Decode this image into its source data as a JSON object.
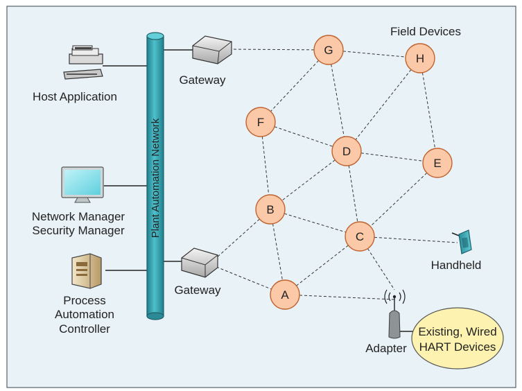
{
  "colors": {
    "panel_bg": "#e8f2f7",
    "panel_border": "#556066",
    "node_fill": "#fbc8a8",
    "node_stroke": "#c0622e",
    "pipe_fill": "#3aa8b4",
    "pipe_stroke": "#1d5f68",
    "adapter_bubble_fill": "#fdf2b0"
  },
  "labels": {
    "network": "Plant Automation Network",
    "field_devices": "Field Devices",
    "host_application": "Host Application",
    "network_manager": "Network Manager",
    "security_manager": "Security Manager",
    "controller_line1": "Process",
    "controller_line2": "Automation",
    "controller_line3": "Controller",
    "gateway_top": "Gateway",
    "gateway_bottom": "Gateway",
    "handheld": "Handheld",
    "adapter": "Adapter",
    "wired_line1": "Existing, Wired",
    "wired_line2": "HART Devices"
  },
  "icons": {
    "host": "desktop-computer-icon",
    "manager": "monitor-icon",
    "controller": "controller-cabinet-icon",
    "gateway": "gateway-box-icon",
    "handheld": "handheld-device-icon",
    "adapter": "wireless-adapter-icon"
  },
  "nodes": [
    {
      "id": "G",
      "label": "G"
    },
    {
      "id": "H",
      "label": "H"
    },
    {
      "id": "F",
      "label": "F"
    },
    {
      "id": "D",
      "label": "D"
    },
    {
      "id": "E",
      "label": "E"
    },
    {
      "id": "B",
      "label": "B"
    },
    {
      "id": "C",
      "label": "C"
    },
    {
      "id": "A",
      "label": "A"
    }
  ]
}
